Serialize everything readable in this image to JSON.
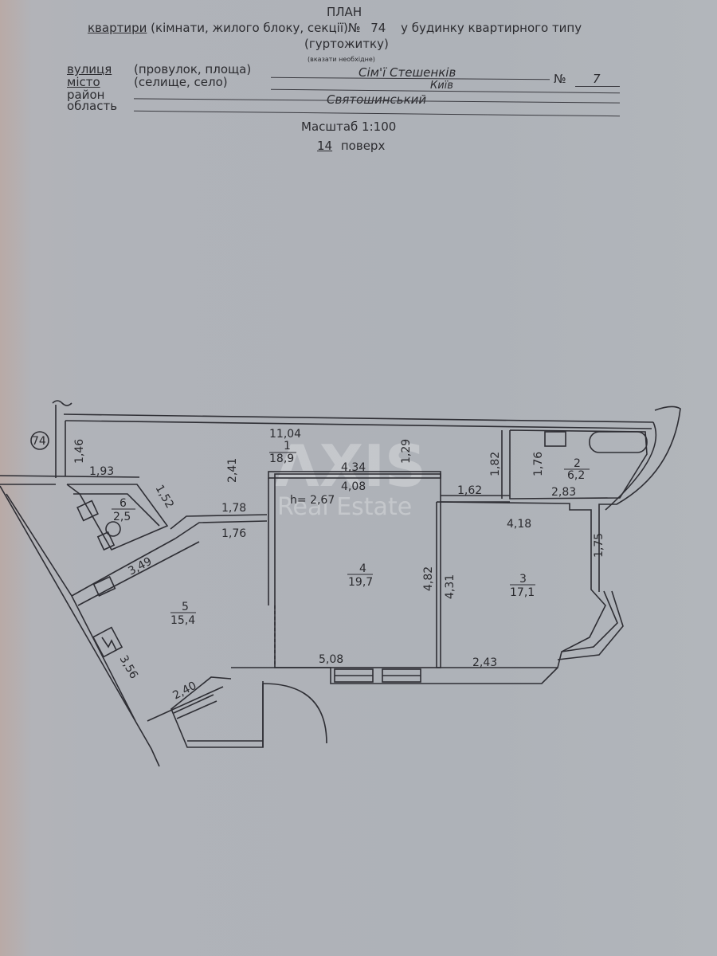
{
  "document": {
    "title": "ПЛАН",
    "subtitle_prefix": "квартири",
    "subtitle_rest": "(кімнати, жилого блоку, секції)№",
    "apartment_number": "74",
    "subtitle_suffix": "у будинку квартирного типу",
    "subtitle_line2": "(гуртожитку)",
    "hint": "(вказати необхідне)",
    "fields": {
      "street_label": "вулиця",
      "street_alt": "(провулок, площа)",
      "street_value": "Сім'ї Стешенків",
      "number_label": "№",
      "number_value": "7",
      "city_label": "місто",
      "city_alt": "(селище, село)",
      "city_value": "Київ",
      "district_label": "район",
      "district_value": "Святошинський",
      "region_label": "область",
      "region_value": ""
    },
    "scale": "Масштаб 1:100",
    "floor_number": "14",
    "floor_label": "поверх"
  },
  "watermark": {
    "brand": "AXIS",
    "tagline": "Real Estate"
  },
  "plan": {
    "apartment_tag": "74",
    "ceiling_height": "h= 2,67",
    "rooms": [
      {
        "id": "1",
        "area": "18,9",
        "dim": "11,04"
      },
      {
        "id": "2",
        "area": "6,2"
      },
      {
        "id": "3",
        "area": "17,1"
      },
      {
        "id": "4",
        "area": "19,7"
      },
      {
        "id": "5",
        "area": "15,4"
      },
      {
        "id": "6",
        "area": "2,5"
      }
    ],
    "dimensions": {
      "d146": "1,46",
      "d193": "1,93",
      "d152": "1,52",
      "d241": "2,41",
      "d178": "1,78",
      "d176a": "1,76",
      "d434": "4,34",
      "d408": "4,08",
      "d129": "1,29",
      "d182": "1,82",
      "d162": "1,62",
      "d176b": "1,76",
      "d283": "2,83",
      "d418": "4,18",
      "d175": "1,75",
      "d482": "4,82",
      "d431": "4,31",
      "d243": "2,43",
      "d508": "5,08",
      "d349": "3,49",
      "d356": "3,56",
      "d240": "2,40"
    }
  },
  "colors": {
    "paper": "#b0b3b9",
    "ink": "#2a2a2e"
  }
}
